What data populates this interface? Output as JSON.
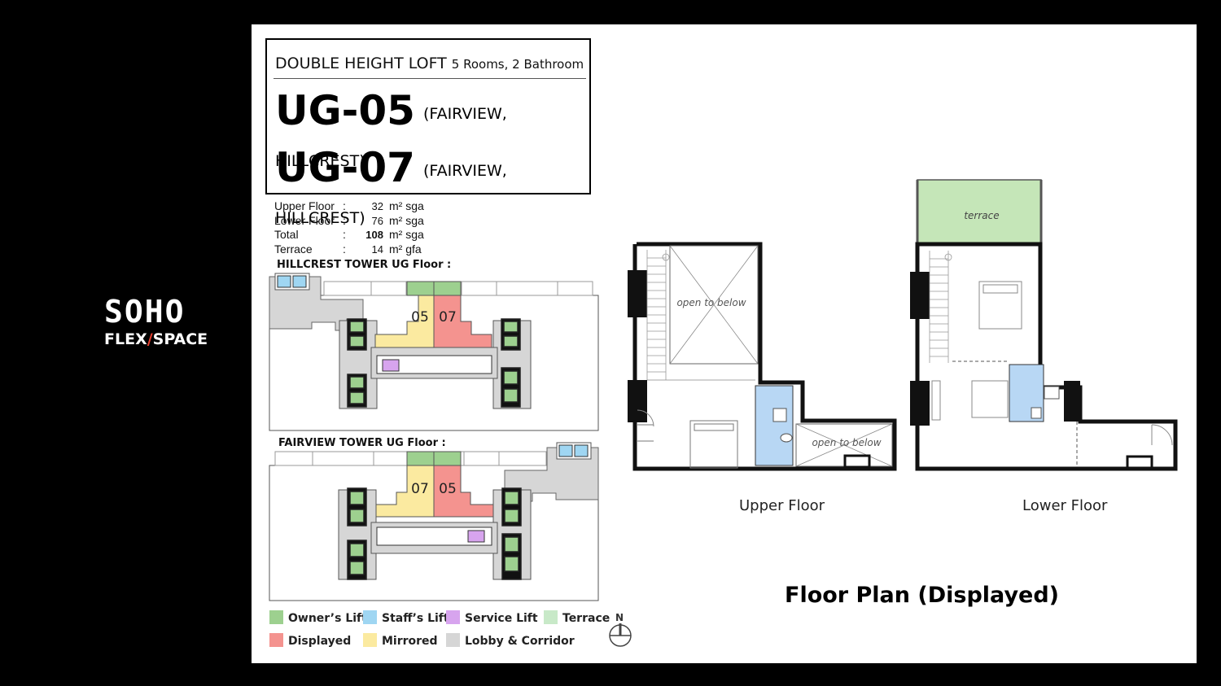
{
  "brand": {
    "line1": "SOHO",
    "flex": "FLEX",
    "slash": "/",
    "space": "SPACE"
  },
  "title": {
    "heading": "DOUBLE HEIGHT LOFT",
    "subheading": "5 Rooms, 2 Bathroom",
    "units": [
      {
        "code": "UG-05",
        "towers": "(FAIRVIEW, HILLCREST)"
      },
      {
        "code": "UG-07",
        "towers": "(FAIRVIEW, HILLCREST)"
      }
    ]
  },
  "areas": [
    {
      "label": "Upper Floor",
      "sep": ":",
      "value": "32",
      "unit": "m² sga",
      "bold": false
    },
    {
      "label": "Lower Floor",
      "sep": ":",
      "value": "76",
      "unit": "m² sga",
      "bold": false
    },
    {
      "label": "Total",
      "sep": ":",
      "value": "108",
      "unit": "m² sga",
      "bold": true
    },
    {
      "label": "Terrace",
      "sep": ":",
      "value": "14",
      "unit": "m² gfa",
      "bold": false
    }
  ],
  "keyplans": {
    "hillcrest": {
      "label": "HILLCREST TOWER UG Floor :",
      "left_unit": "05",
      "right_unit": "07"
    },
    "fairview": {
      "label": "FAIRVIEW TOWER UG Floor :",
      "left_unit": "07",
      "right_unit": "05"
    }
  },
  "legend": [
    {
      "label": "Owner’s Lift",
      "color": "#9dd08f"
    },
    {
      "label": "Staff’s Lift",
      "color": "#9fd6f2"
    },
    {
      "label": "Service Lift",
      "color": "#d7a4ee"
    },
    {
      "label": "Terrace",
      "color": "#c8e9c8"
    },
    {
      "label": "Displayed",
      "color": "#f4938f"
    },
    {
      "label": "Mirrored",
      "color": "#fbeaa0"
    },
    {
      "label": "Lobby & Corridor",
      "color": "#d6d6d6"
    }
  ],
  "compass": {
    "north": "N"
  },
  "plans": {
    "upper": {
      "caption": "Upper Floor",
      "void1": "open to below",
      "void2": "open to below"
    },
    "lower": {
      "caption": "Lower Floor",
      "terrace": "terrace"
    },
    "title": "Floor Plan (Displayed)"
  }
}
